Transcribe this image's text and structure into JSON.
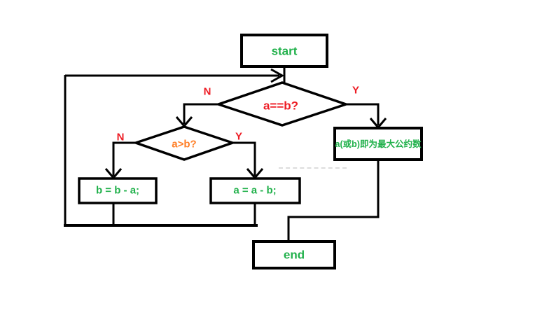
{
  "diagram": {
    "type": "flowchart",
    "nodes": {
      "start": {
        "label": "start",
        "shape": "rectangle",
        "text_color": "#22b14c"
      },
      "cond_equal": {
        "label": "a==b?",
        "shape": "diamond",
        "text_color": "#ed1c24"
      },
      "cond_greater": {
        "label": "a>b?",
        "shape": "diamond",
        "text_color": "#ff7f27"
      },
      "assign_b": {
        "label": "b = b - a;",
        "shape": "rectangle",
        "text_color": "#22b14c"
      },
      "assign_a": {
        "label": "a = a - b;",
        "shape": "rectangle",
        "text_color": "#22b14c"
      },
      "result": {
        "label": "a(或b)即为最大公约数",
        "shape": "rectangle",
        "text_color": "#22b14c"
      },
      "end": {
        "label": "end",
        "shape": "rectangle",
        "text_color": "#22b14c"
      }
    },
    "branch_labels": {
      "cond_equal_no": "N",
      "cond_equal_yes": "Y",
      "cond_greater_no": "N",
      "cond_greater_yes": "Y"
    },
    "edges": [
      "start -> cond_equal",
      "cond_equal -N-> cond_greater",
      "cond_equal -Y-> result",
      "cond_greater -N-> assign_b",
      "cond_greater -Y-> assign_a",
      "assign_b -> loop back to cond_equal",
      "assign_a -> loop back to cond_equal",
      "result -> end"
    ],
    "colors": {
      "line": "#000000",
      "node_fill": "#ffffff",
      "green": "#22b14c",
      "red": "#ed1c24",
      "orange": "#ff7f27"
    }
  }
}
